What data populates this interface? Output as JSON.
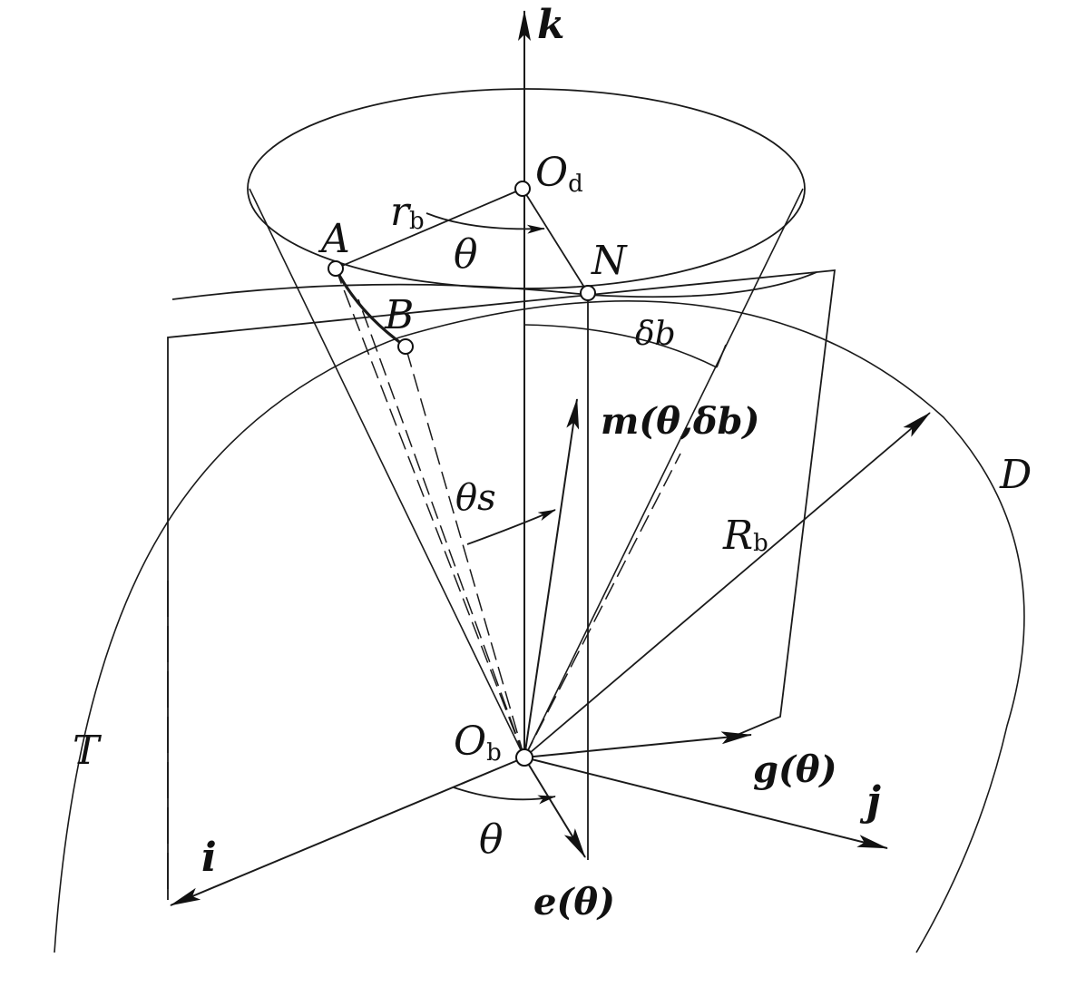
{
  "labels": {
    "k": "k",
    "i": "i",
    "j": "j",
    "Od_main": "O",
    "Od_sub": "d",
    "Ob_main": "O",
    "Ob_sub": "b",
    "A": "A",
    "B": "B",
    "N": "N",
    "D": "D",
    "T": "T",
    "rb_main": "r",
    "rb_sub": "b",
    "Rb_main": "R",
    "Rb_sub": "b",
    "theta_top": "θ",
    "theta_bottom": "θ",
    "theta_s": "θs",
    "delta_b": "δb",
    "m_vec": "m(θ,δb)",
    "g_vec": "g(θ)",
    "e_vec": "e(θ)"
  }
}
